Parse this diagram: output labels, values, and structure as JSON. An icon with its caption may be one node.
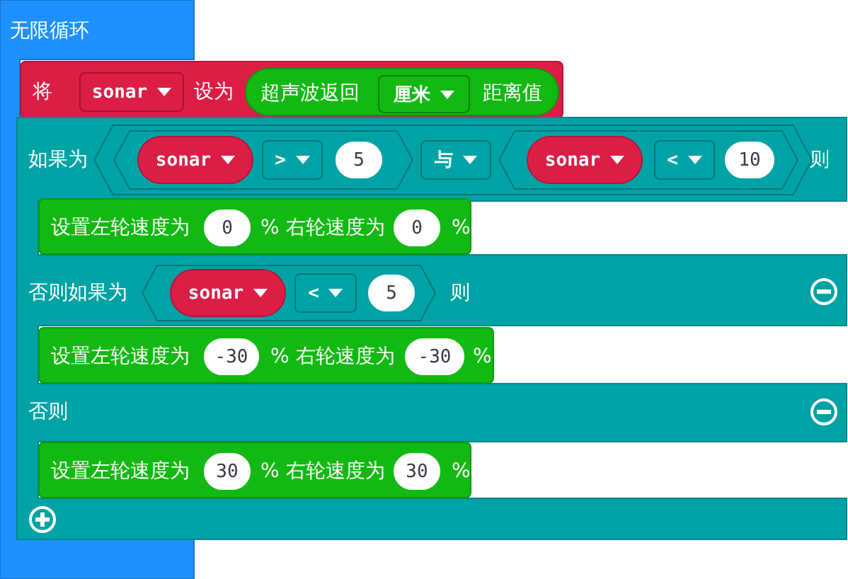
{
  "diagram": {
    "nodes": [
      {
        "text": [
          "无限循环"
        ]
      },
      {
        "text": [
          "将",
          "设为"
        ]
      },
      {
        "text": [
          "sonar"
        ],
        "in": 1
      },
      {
        "text": [
          "超声波返回",
          "距离值"
        ],
        "in": 1
      },
      {
        "text": [
          "厘米"
        ],
        "in": 3
      },
      {
        "text": [
          "如果为",
          "则",
          "否则如果为",
          "则",
          "否则"
        ]
      },
      {
        "text": [],
        "shape": "hexagon",
        "in": 5
      },
      {
        "text": [],
        "shape": "hexagon",
        "in": 6
      },
      {
        "text": [
          "sonar"
        ],
        "in": 7
      },
      {
        "text": [
          ">"
        ],
        "in": 7
      },
      {
        "text": [
          "5"
        ],
        "in": 7
      },
      {
        "text": [
          "与"
        ],
        "in": 6
      },
      {
        "text": [],
        "shape": "hexagon",
        "in": 6
      },
      {
        "text": [
          "sonar"
        ],
        "in": 12
      },
      {
        "text": [
          "<"
        ],
        "in": 12
      },
      {
        "text": [
          "10"
        ],
        "in": 12
      },
      {
        "text": [
          "设置左轮速度为",
          "% 右轮速度为",
          "%"
        ],
        "in": 5
      },
      {
        "text": [
          "0"
        ],
        "in": 16
      },
      {
        "text": [
          "0"
        ],
        "in": 16
      },
      {
        "text": [],
        "shape": "hexagon",
        "in": 5
      },
      {
        "text": [
          "sonar"
        ],
        "in": 19
      },
      {
        "text": [
          "<"
        ],
        "in": 19
      },
      {
        "text": [
          "5"
        ],
        "in": 19
      },
      {
        "text": [
          "设置左轮速度为",
          "% 右轮速度为",
          "%"
        ],
        "in": 5
      },
      {
        "text": [
          "-30"
        ],
        "in": 23
      },
      {
        "text": [
          "-30"
        ],
        "in": 23
      },
      {
        "text": [
          "设置左轮速度为",
          "% 右轮速度为",
          "%"
        ],
        "in": 5
      },
      {
        "text": [
          "30"
        ],
        "in": 26
      },
      {
        "text": [
          "30"
        ],
        "in": 26
      }
    ]
  }
}
